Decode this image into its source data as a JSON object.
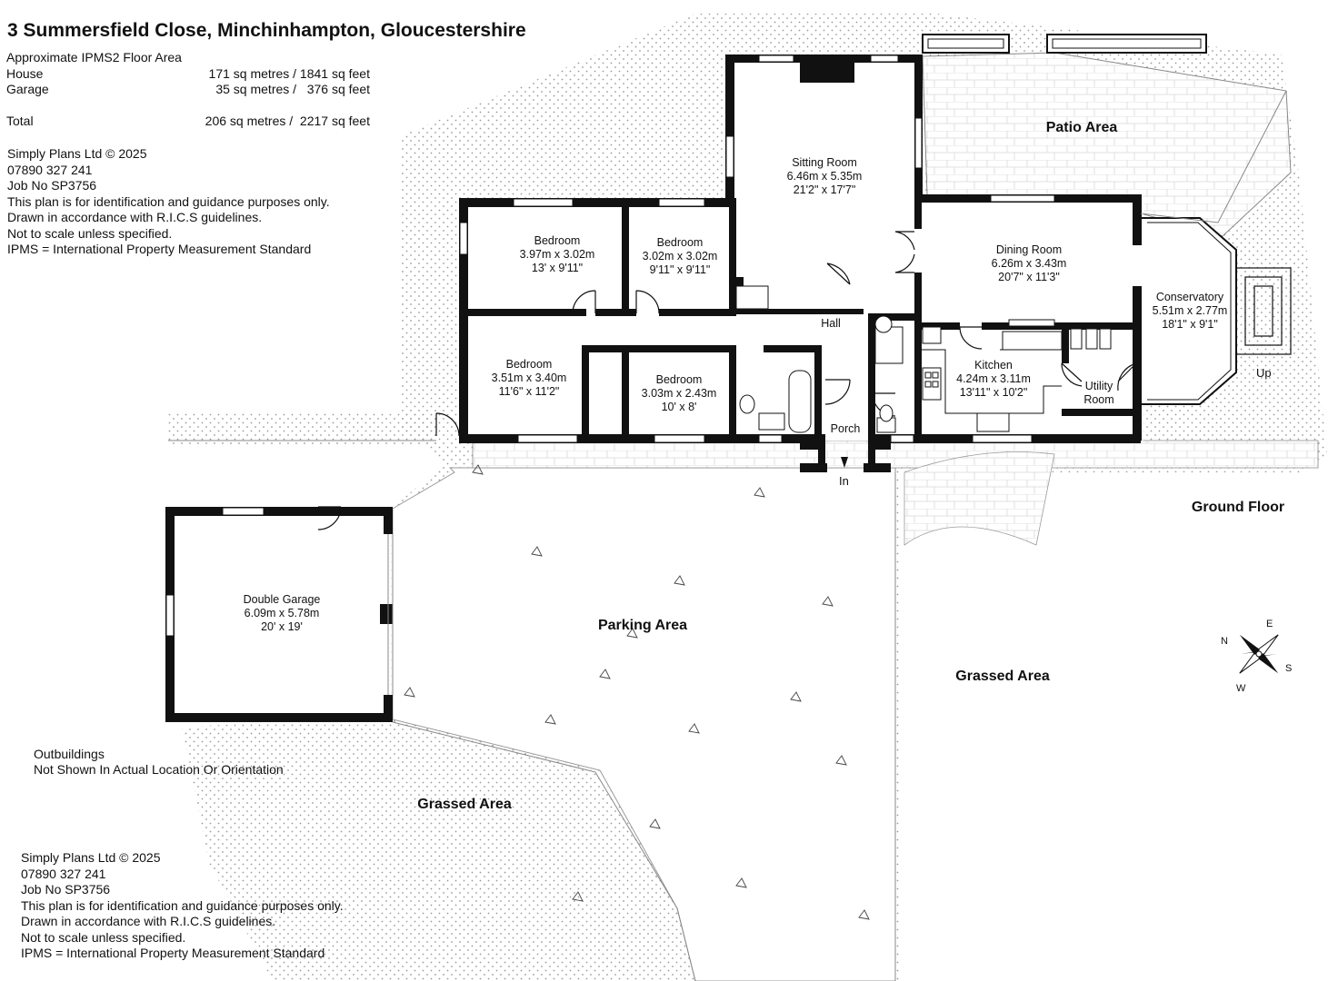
{
  "header": {
    "title": "3 Summersfield Close, Minchinhampton, Gloucestershire",
    "area_heading": "Approximate IPMS2 Floor Area",
    "rows": [
      {
        "label": "House",
        "value": "171 sq metres / 1841 sq feet"
      },
      {
        "label": "Garage",
        "value": "35 sq metres /   376 sq feet"
      },
      {
        "label": "Total",
        "value": "206 sq metres /  2217 sq feet"
      }
    ]
  },
  "credits": {
    "company": "Simply Plans Ltd © 2025",
    "phone": "07890 327 241",
    "job": "Job No SP3756",
    "disclaimer": "This plan is for identification and guidance purposes only.",
    "rics": "Drawn in accordance with R.I.C.S guidelines.",
    "scale": "Not to scale unless specified.",
    "ipms": "IPMS = International Property Measurement Standard"
  },
  "rooms": {
    "sitting": {
      "name": "Sitting Room",
      "metric": "6.46m x 5.35m",
      "imperial": "21'2\" x 17'7\""
    },
    "bed1": {
      "name": "Bedroom",
      "metric": "3.97m x 3.02m",
      "imperial": "13' x 9'11\""
    },
    "bed2": {
      "name": "Bedroom",
      "metric": "3.02m x 3.02m",
      "imperial": "9'11\" x 9'11\""
    },
    "bed3": {
      "name": "Bedroom",
      "metric": "3.51m x 3.40m",
      "imperial": "11'6\" x 11'2\""
    },
    "bed4": {
      "name": "Bedroom",
      "metric": "3.03m x 2.43m",
      "imperial": "10' x 8'"
    },
    "dining": {
      "name": "Dining Room",
      "metric": "6.26m x 3.43m",
      "imperial": "20'7\" x 11'3\""
    },
    "kitchen": {
      "name": "Kitchen",
      "metric": "4.24m x 3.11m",
      "imperial": "13'11\" x 10'2\""
    },
    "conservatory": {
      "name": "Conservatory",
      "metric": "5.51m x 2.77m",
      "imperial": "18'1\" x 9'1\""
    },
    "utility": {
      "line1": "Utility",
      "line2": "Room"
    },
    "hall": {
      "name": "Hall"
    },
    "porch": {
      "name": "Porch"
    },
    "garage": {
      "name": "Double Garage",
      "metric": "6.09m x 5.78m",
      "imperial": "20' x 19'"
    }
  },
  "labels": {
    "patio": "Patio Area",
    "parking": "Parking Area",
    "grassed_right": "Grassed Area",
    "grassed_left": "Grassed Area",
    "floor": "Ground Floor",
    "entrance": "In",
    "up": "Up",
    "outbuildings_1": "Outbuildings",
    "outbuildings_2": "Not Shown In Actual Location Or Orientation"
  },
  "compass": {
    "n": "N",
    "e": "E",
    "s": "S",
    "w": "W"
  },
  "colors": {
    "wall": "#111111",
    "dots": "#9a9a9a",
    "paving": "#c8c8c8"
  }
}
